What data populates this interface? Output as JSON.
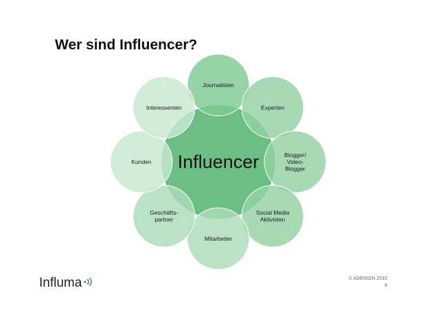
{
  "slide": {
    "title": "Wer sind Influencer?"
  },
  "diagram": {
    "center": "Influencer",
    "satellites": [
      {
        "label": "Journalisten",
        "lines": [
          "Journalisten"
        ],
        "shade": "dark"
      },
      {
        "label": "Experten",
        "lines": [
          "Experten"
        ],
        "shade": "medium"
      },
      {
        "label": "Blogger/ Video-Blogger",
        "lines": [
          "Blogger/",
          "Video-",
          "Blogger"
        ],
        "shade": "medium"
      },
      {
        "label": "Social Media Aktivisten",
        "lines": [
          "Social Media",
          "Aktivisten"
        ],
        "shade": "medium"
      },
      {
        "label": "Mitarbeiter",
        "lines": [
          "Mitarbeiter"
        ],
        "shade": "light"
      },
      {
        "label": "Geschäfts-partner",
        "lines": [
          "Geschäfts-",
          "partner"
        ],
        "shade": "light"
      },
      {
        "label": "Kunden",
        "lines": [
          "Kunden"
        ],
        "shade": "lighter"
      },
      {
        "label": "Interessenten",
        "lines": [
          "Interessenten"
        ],
        "shade": "lighter"
      }
    ],
    "colors": {
      "center_fill": "#6cbf84",
      "center_stroke": "#3f9a5c",
      "dark": "#7fc993",
      "medium": "#94d2a4",
      "light": "#addcb9",
      "lighter": "#c8e8d0",
      "stroke": "#ffffff"
    }
  },
  "footer": {
    "logo_text": "Influma",
    "logo_icon": "sound-waves-icon",
    "copyright": "© ADENION 2015",
    "page_number": "8"
  }
}
